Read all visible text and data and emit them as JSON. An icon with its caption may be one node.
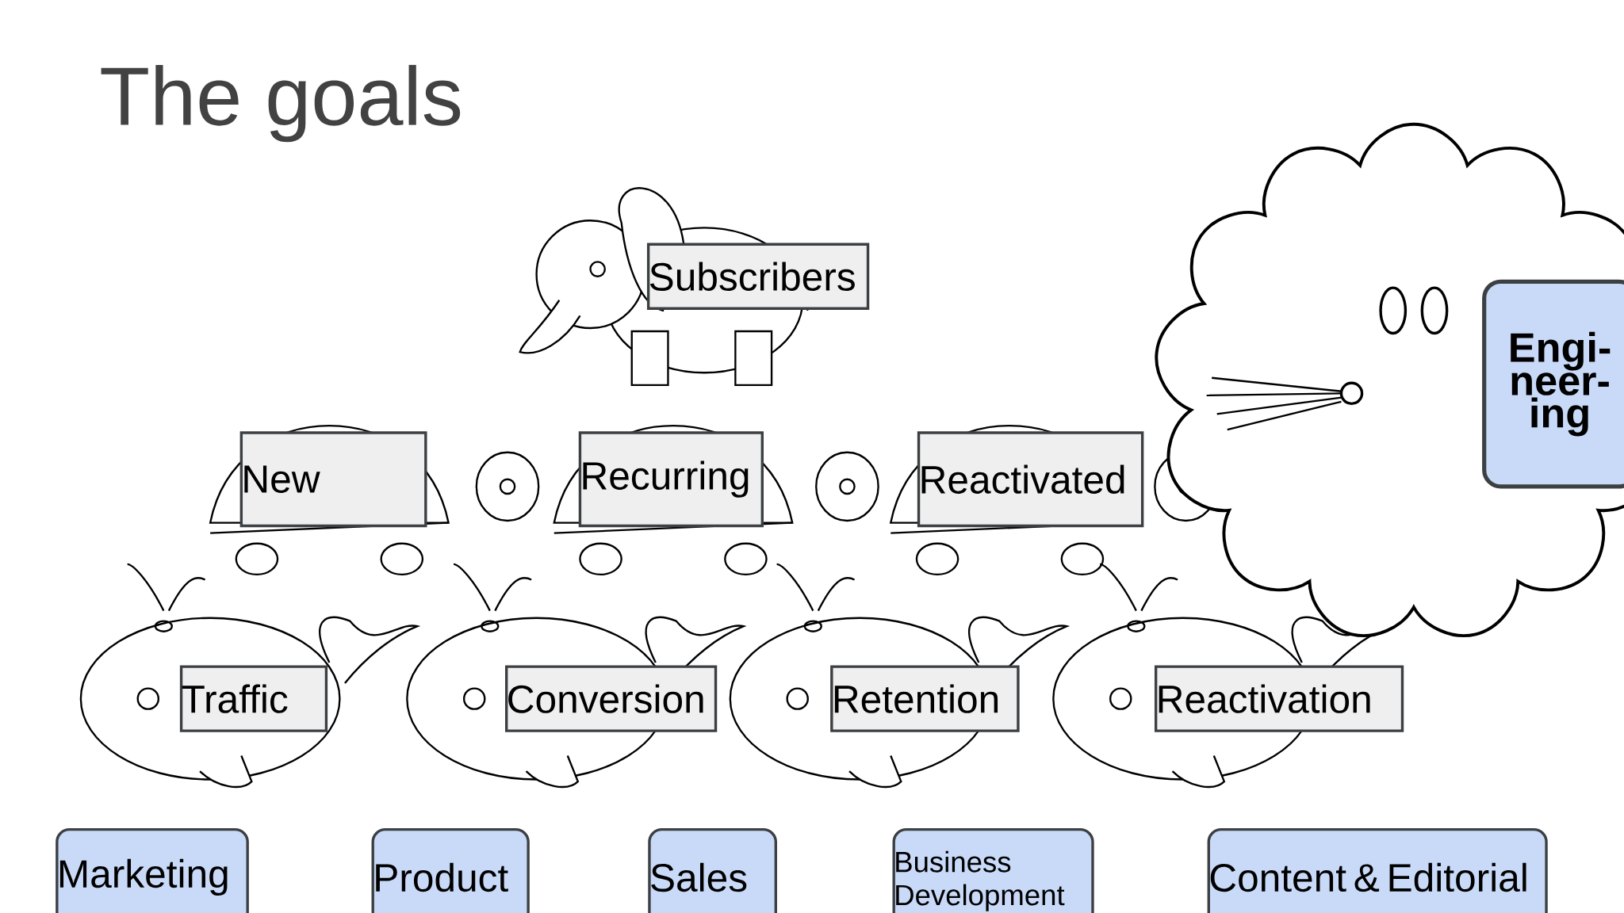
{
  "diagram": {
    "title": "The goals",
    "nodes": [
      {
        "text": [
          "Subscribers"
        ]
      },
      {
        "text": [
          "New"
        ]
      },
      {
        "text": [
          "Recurring"
        ]
      },
      {
        "text": [
          "Reactivated"
        ]
      },
      {
        "text": [
          "Traffic"
        ]
      },
      {
        "text": [
          "Conversion"
        ]
      },
      {
        "text": [
          "Retention"
        ]
      },
      {
        "text": [
          "Reactivation"
        ]
      },
      {
        "text": [
          "Engi- neer- ing"
        ]
      },
      {
        "text": [
          "Marketing"
        ]
      },
      {
        "text": [
          "Product"
        ]
      },
      {
        "text": [
          "Sales"
        ]
      },
      {
        "text": [
          "Business Development"
        ]
      },
      {
        "text": [
          "Content & Editorial"
        ]
      }
    ]
  }
}
